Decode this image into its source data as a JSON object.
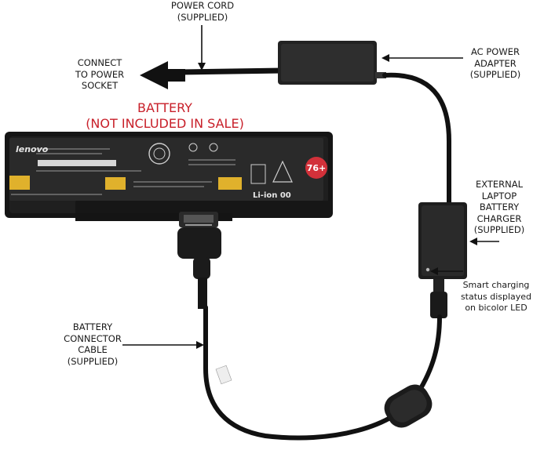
{
  "labels": {
    "power_cord": [
      "POWER CORD",
      "(SUPPLIED)"
    ],
    "connect_to_power": [
      "CONNECT",
      "TO POWER",
      "SOCKET"
    ],
    "ac_adapter": [
      "AC POWER",
      "ADAPTER",
      "(SUPPLIED)"
    ],
    "battery_title": [
      "BATTERY",
      "(NOT INCLUDED IN SALE)"
    ],
    "external_charger": [
      "EXTERNAL",
      "LAPTOP",
      "BATTERY",
      "CHARGER",
      "(SUPPLIED)"
    ],
    "smart_charging": [
      "Smart charging",
      "status displayed",
      "on bicolor LED"
    ],
    "battery_cable": [
      "BATTERY",
      "CONNECTOR",
      "CABLE",
      "(SUPPLIED)"
    ]
  },
  "battery_print": {
    "brand": "lenovo",
    "chem": "Li-ion 00",
    "badge": "76+"
  },
  "colors": {
    "accent_red": "#c8202a",
    "device_black": "#1e1e1e",
    "badge_red": "#d2313a"
  }
}
